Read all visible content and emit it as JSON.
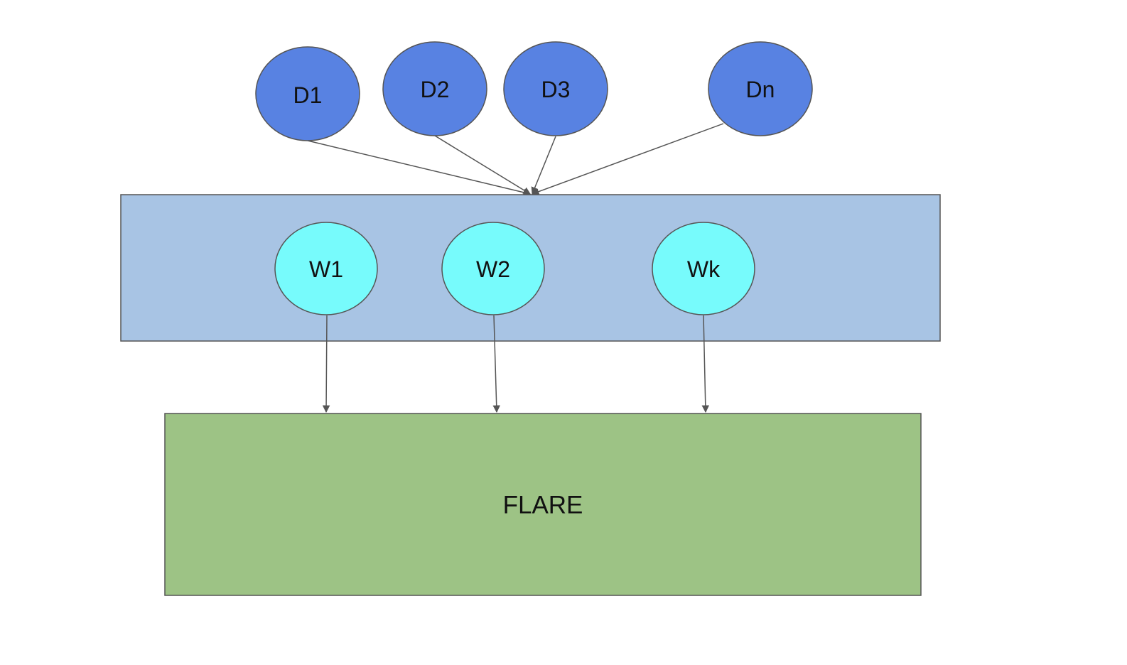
{
  "diagram": {
    "sources": [
      {
        "id": "d1",
        "label": "D1"
      },
      {
        "id": "d2",
        "label": "D2"
      },
      {
        "id": "d3",
        "label": "D3"
      },
      {
        "id": "dn",
        "label": "Dn"
      }
    ],
    "workers": [
      {
        "id": "w1",
        "label": "W1"
      },
      {
        "id": "w2",
        "label": "W2"
      },
      {
        "id": "wk",
        "label": "Wk"
      }
    ],
    "sink": {
      "label": "FLARE"
    },
    "edges": [
      {
        "from": "d1",
        "to": "worker-pool"
      },
      {
        "from": "d2",
        "to": "worker-pool"
      },
      {
        "from": "d3",
        "to": "worker-pool"
      },
      {
        "from": "dn",
        "to": "worker-pool"
      },
      {
        "from": "w1",
        "to": "flare"
      },
      {
        "from": "w2",
        "to": "flare"
      },
      {
        "from": "wk",
        "to": "flare"
      }
    ],
    "colors": {
      "source_fill": "#5882e2",
      "worker_pool_fill": "#a8c4e4",
      "worker_fill": "#77fbfc",
      "sink_fill": "#9dc385",
      "outline": "#555555"
    }
  }
}
